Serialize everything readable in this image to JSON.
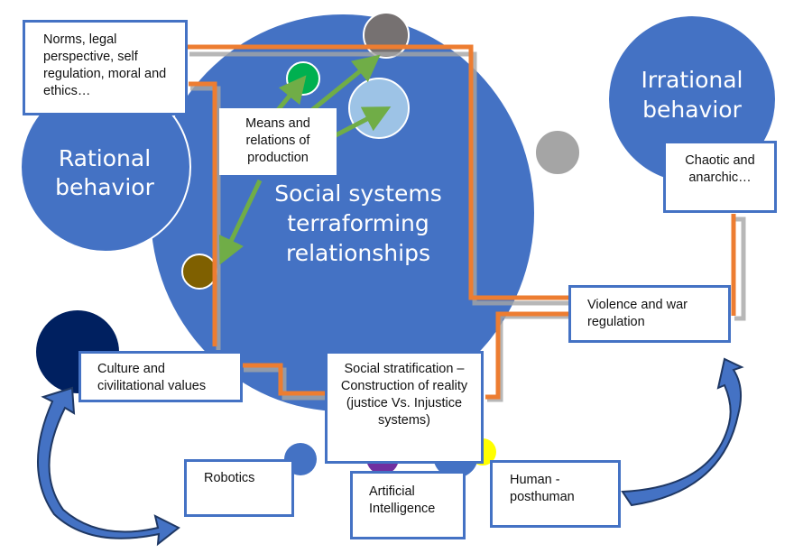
{
  "colors": {
    "primary_blue": "#4472c4",
    "dark_navy": "#002060",
    "connector_orange": "#ed7d31",
    "arrow_green": "#70ad47",
    "node_gray_dark": "#767171",
    "node_gray_light": "#a5a5a5",
    "node_green": "#00b050",
    "node_light_blue": "#9dc3e6",
    "node_brown": "#7f6000",
    "node_purple": "#7030a0",
    "node_yellow": "#ffff00"
  },
  "circles": {
    "rational": "Rational behavior",
    "irrational": "Irrational behavior",
    "central": "Social systems terraforming relationships"
  },
  "boxes": {
    "norms": "Norms, legal perspective, self regulation, moral and ethics…",
    "means": "Means and relations of production",
    "chaotic": "Chaotic and anarchic…",
    "violence": "Violence and war regulation",
    "culture": "Culture and civilitational values",
    "stratification": "Social stratification – Construction of reality (justice Vs. Injustice systems)",
    "robotics": "Robotics",
    "ai": "Artificial Intelligence",
    "human": "Human - posthuman"
  }
}
